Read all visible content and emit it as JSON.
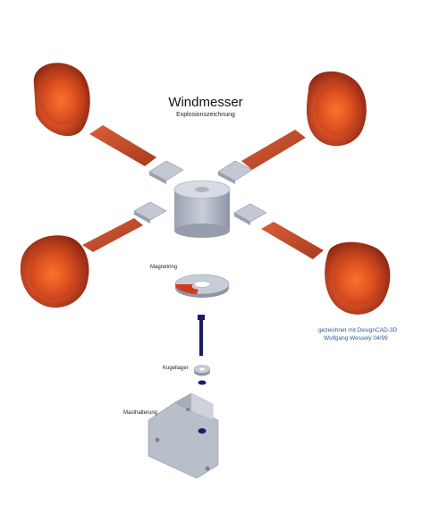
{
  "drawing": {
    "title": "Windmesser",
    "subtitle": "Explosionszeichnung",
    "labels": {
      "magnet_ring": "Magnetring",
      "bearing": "Kugellager",
      "mast_bracket": "Masthalterung"
    },
    "credit_line1": "gezeichnet mit DesignCAD-3D",
    "credit_line2": "Wolfgang Wessely   04/99"
  },
  "colors": {
    "cup": "#e0582a",
    "arm": "#c8502a",
    "grey_part": "#b8bfcb",
    "bolt": "#1a1a6a",
    "credit": "#2a5a9a"
  }
}
